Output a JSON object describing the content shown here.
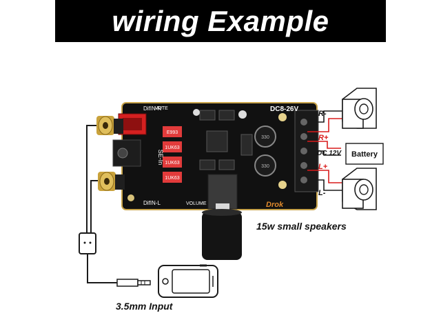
{
  "header": {
    "title": "wiring Example"
  },
  "board": {
    "brand": "Drok",
    "voltage": "DC8-26V",
    "left_top": "DifIN-R",
    "left_bottom": "DifIN-L",
    "mute": "MUTE",
    "volume": "VOLUME",
    "se_in": "SE-In",
    "res_1": "E993",
    "res_2": "1UK63",
    "res_3": "1UK63",
    "res_4": "1UK63"
  },
  "terminals": {
    "r_minus": "R-",
    "r_plus": "R+",
    "dc": "DC 12V",
    "l_plus": "L+",
    "l_minus": "L-"
  },
  "battery": {
    "label": "Battery"
  },
  "captions": {
    "speakers": "15w small speakers",
    "input": "3.5mm Input"
  },
  "colors": {
    "red_wire": "#d91b1b",
    "board": "#111111",
    "board_edge": "#c9a44a",
    "wire": "#1a1a1a"
  }
}
